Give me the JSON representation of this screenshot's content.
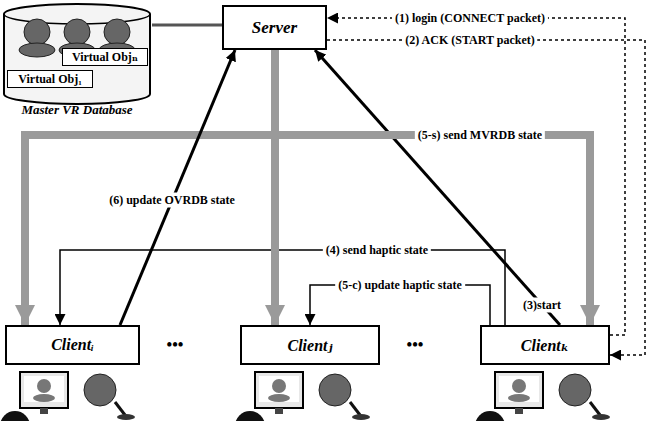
{
  "diagram": {
    "nodes": [
      {
        "text": [
          "Master VR Database"
        ]
      },
      {
        "text": [
          "Virtual Objₙ"
        ],
        "in": 0
      },
      {
        "text": [
          "Virtual Obj₁"
        ],
        "in": 0
      },
      {
        "text": [
          "Server"
        ]
      },
      {
        "text": [
          "Clientᵢ"
        ]
      },
      {
        "text": [
          "Clientⱼ"
        ]
      },
      {
        "text": [
          "Clientₖ"
        ]
      }
    ],
    "edges": [
      {
        "from": 0,
        "to": 3,
        "arrow": "none"
      },
      {
        "from": 6,
        "to": 3,
        "arrow": "to",
        "label": "(1) login (CONNECT packet)"
      },
      {
        "from": 3,
        "to": 6,
        "arrow": "to",
        "label": "(2) ACK (START packet)"
      },
      {
        "from": 6,
        "to": 3,
        "arrow": "to",
        "label": "(3)start"
      },
      {
        "from": 6,
        "to": 4,
        "arrow": "to",
        "label": "(4) send haptic state"
      },
      {
        "from": 3,
        "to": 4,
        "arrow": "to",
        "label": "(5-s) send MVRDB state"
      },
      {
        "from": 3,
        "to": 5,
        "arrow": "to"
      },
      {
        "from": 3,
        "to": 6,
        "arrow": "to"
      },
      {
        "from": 6,
        "to": 5,
        "arrow": "to",
        "label": "(5-c) update haptic state"
      },
      {
        "from": 4,
        "to": 3,
        "arrow": "to",
        "label": "(6) update OVRDB state"
      }
    ],
    "labels": [
      "•••",
      "•••"
    ]
  }
}
